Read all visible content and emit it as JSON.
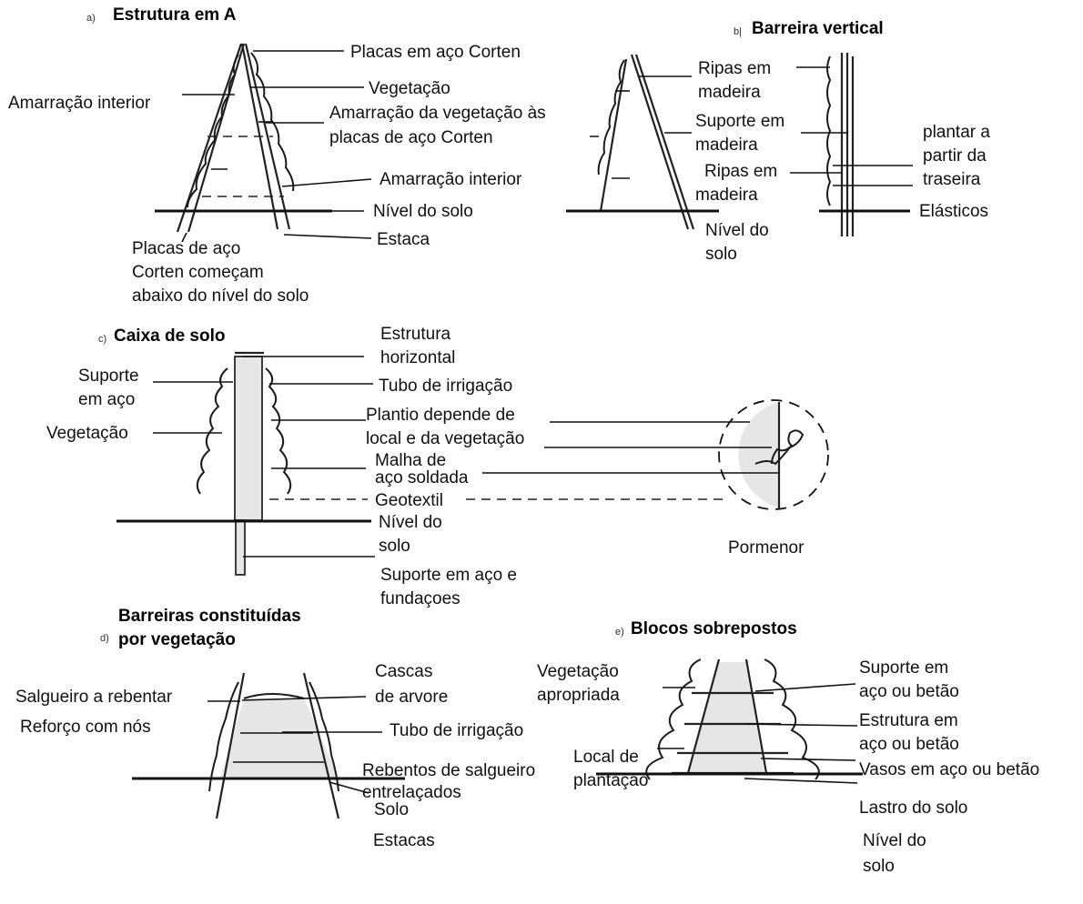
{
  "panel_a": {
    "tag": "a)",
    "title": "Estrutura em A",
    "labels": {
      "placas_corten": "Placas em aço Corten",
      "vegetacao": "Vegetação",
      "amarracao_interior_left": "Amarração interior",
      "amarracao_vegetacao_l1": "Amarração da vegetação às",
      "amarracao_vegetacao_l2": "placas de aço Corten",
      "amarracao_interior_right": "Amarração interior",
      "nivel_solo": "Nível do solo",
      "estaca": "Estaca",
      "placas_comecam_l1": "Placas de aço",
      "placas_comecam_l2": "Corten começam",
      "placas_comecam_l3": "abaixo do nível do solo"
    }
  },
  "panel_b": {
    "tag": "b|",
    "title": "Barreira vertical",
    "labels": {
      "ripas_1_l1": "Ripas em",
      "ripas_1_l2": "madeira",
      "suporte_l1": "Suporte em",
      "suporte_l2": "madeira",
      "ripas_2_l1": "Ripas em",
      "ripas_2_l2": "madeira",
      "plantar_l1": "plantar a",
      "plantar_l2": "partir da",
      "plantar_l3": "traseira",
      "elasticos": "Elásticos",
      "nivel_l1": "Nível do",
      "nivel_l2": "solo"
    }
  },
  "panel_c": {
    "tag": "c)",
    "title": "Caixa de solo",
    "labels": {
      "estrutura_l1": "Estrutura",
      "estrutura_l2": "horizontal",
      "tubo": "Tubo de irrigação",
      "suporte_l1": "Suporte",
      "suporte_l2": "em aço",
      "vegetacao": "Vegetação",
      "plantio_l1": "Plantio depende de",
      "plantio_l2": "local e da vegetação",
      "malha_l1": "Malha de",
      "malha_l2": "aço soldada",
      "geotextil": "Geotextil",
      "nivel_l1": "Nível do",
      "nivel_l2": "solo",
      "suporte_fund_l1": "Suporte em aço e",
      "suporte_fund_l2": "fundaçoes",
      "pormenor": "Pormenor"
    }
  },
  "panel_d": {
    "tag": "d)",
    "title_l1": "Barreiras constituídas",
    "title_l2": "por vegetação",
    "labels": {
      "cascas_l1": "Cascas",
      "cascas_l2": "de arvore",
      "salgueiro": "Salgueiro a rebentar",
      "reforco": "Reforço com nós",
      "tubo": "Tubo de irrigação",
      "rebentos_l1": "Rebentos de salgueiro",
      "rebentos_l2": "entrelaçados",
      "solo": "Solo",
      "estacas": "Estacas"
    }
  },
  "panel_e": {
    "tag": "e)",
    "title": "Blocos sobrepostos",
    "labels": {
      "vegetacao_l1": "Vegetação",
      "vegetacao_l2": "apropriada",
      "suporte_l1": "Suporte em",
      "suporte_l2": "aço ou betão",
      "estrutura_l1": "Estrutura em",
      "estrutura_l2": "aço ou betão",
      "local_l1": "Local de",
      "local_l2": "plantação",
      "vasos": "Vasos em aço ou betão",
      "lastro": "Lastro do solo",
      "nivel_l1": "Nível do",
      "nivel_l2": "solo"
    }
  }
}
